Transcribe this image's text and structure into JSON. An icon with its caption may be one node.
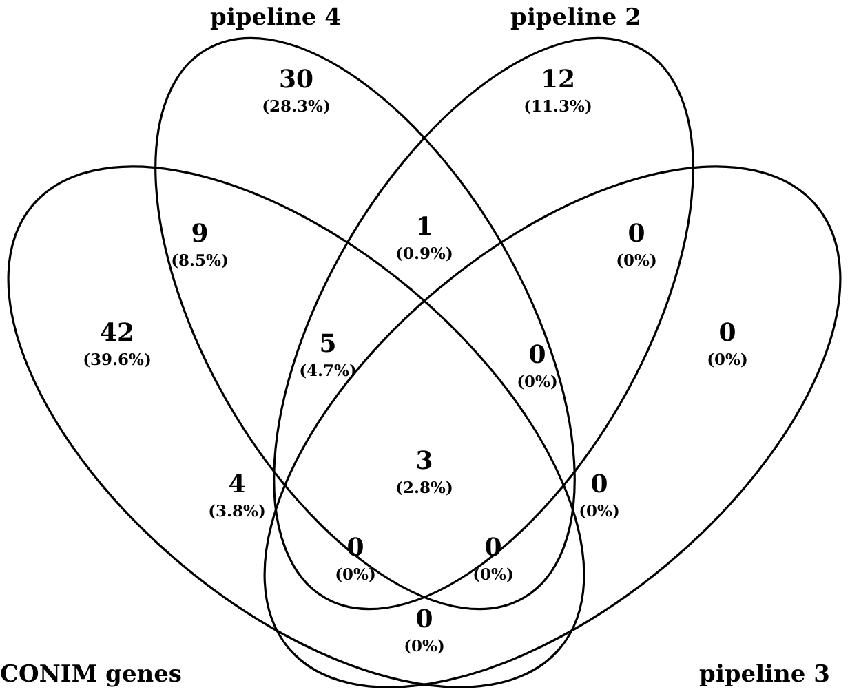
{
  "diagram": {
    "nodes": [
      {
        "text": [
          "CONIM genes"
        ]
      },
      {
        "text": [
          "pipeline 4"
        ]
      },
      {
        "text": [
          "pipeline 2"
        ]
      },
      {
        "text": [
          "pipeline 3"
        ]
      }
    ],
    "labels": [
      "30",
      "(28.3%)",
      "12",
      "(11.3%)",
      "9",
      "(8.5%)",
      "1",
      "(0.9%)",
      "0",
      "(0%)",
      "42",
      "(39.6%)",
      "5",
      "(4.7%)",
      "0",
      "(0%)",
      "0",
      "(0%)",
      "3",
      "(2.8%)",
      "4",
      "(3.8%)",
      "0",
      "(0%)",
      "0",
      "(0%)",
      "0",
      "(0%)",
      "0",
      "(0%)"
    ]
  }
}
